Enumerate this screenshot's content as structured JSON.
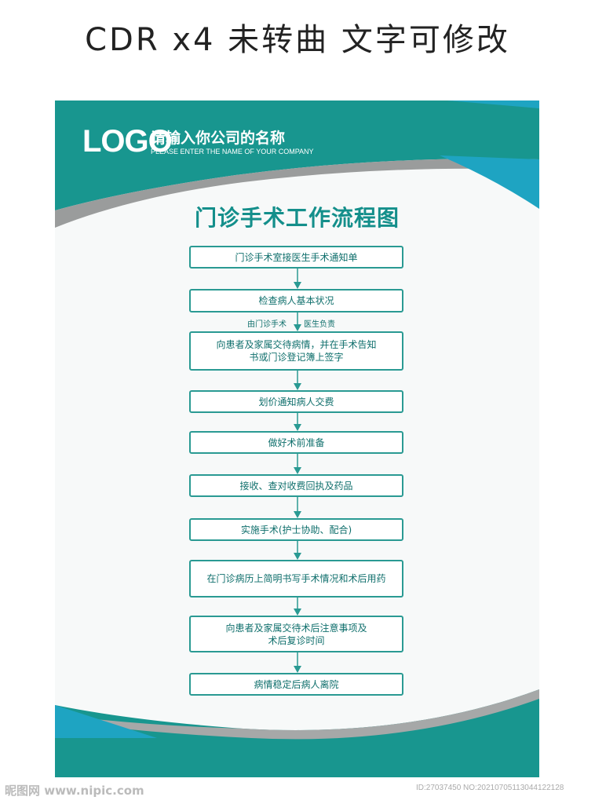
{
  "banner": "CDR x4 未转曲 文字可修改",
  "header": {
    "logo": "LOGO",
    "company_name": "请输入你公司的名称",
    "company_name_en": "PLEASE ENTER THE NAME OF YOUR COMPANY"
  },
  "title": "门诊手术工作流程图",
  "steps": [
    "门诊手术室接医生手术通知单",
    "检查病人基本状况",
    "向患者及家属交待病情，并在手术告知\n书或门诊登记簿上签字",
    "划价通知病人交费",
    "做好术前准备",
    "接收、查对收费回执及药品",
    "实施手术(护士协助、配合)",
    "在门诊病历上简明书写手术情况和术后用药",
    "向患者及家属交待术后注意事项及\n术后复诊时间",
    "病情稳定后病人离院"
  ],
  "side_notes": {
    "left": "由门诊手术",
    "right": "医生负责"
  },
  "watermark": {
    "site": "昵图网 www.nipic.com",
    "id": "ID:27037450 NO:20210705113044122128"
  },
  "colors": {
    "teal": "#18968f",
    "cyan": "#1ea4c2",
    "gray": "#9a9c9c",
    "text": "#0f6f6c"
  }
}
